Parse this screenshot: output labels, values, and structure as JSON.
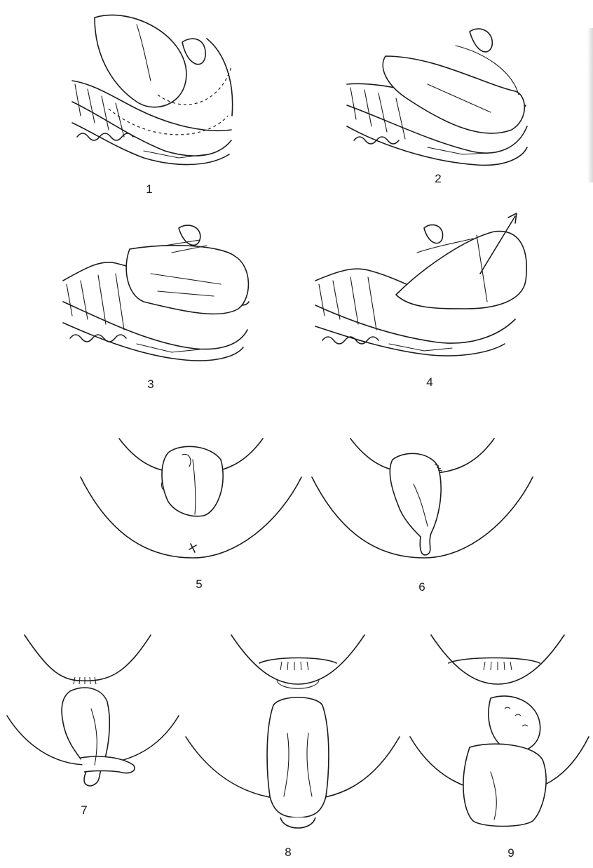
{
  "figure": {
    "panels": [
      {
        "label": "1"
      },
      {
        "label": "2"
      },
      {
        "label": "3"
      },
      {
        "label": "4"
      },
      {
        "label": "5"
      },
      {
        "label": "6"
      },
      {
        "label": "7"
      },
      {
        "label": "8"
      },
      {
        "label": "9"
      }
    ],
    "ink_color": "#1a1a1a",
    "background_color": "#ffffff"
  }
}
